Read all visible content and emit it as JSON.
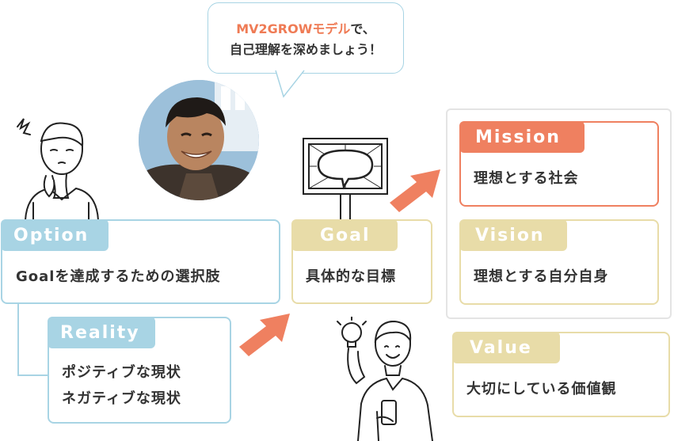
{
  "bubble": {
    "highlight": "MV2GROWモデル",
    "line1_rest": "で、",
    "line2": "自己理解を深めましょう！"
  },
  "option": {
    "label": "Option",
    "text": "Goalを達成するための選択肢"
  },
  "reality": {
    "label": "Reality",
    "lines": [
      "ポジティブな現状",
      "ネガティブな現状"
    ]
  },
  "goal": {
    "label": "Goal",
    "text": "具体的な目標"
  },
  "mission": {
    "label": "Mission",
    "text": "理想とする社会"
  },
  "vision": {
    "label": "Vision",
    "text": "理想とする自分自身"
  },
  "value": {
    "label": "Value",
    "text": "大切にしている価値観"
  },
  "colors": {
    "blue": "#a8d4e4",
    "beige": "#e8dca8",
    "orange": "#ef8060",
    "highlight": "#ef7b55"
  }
}
